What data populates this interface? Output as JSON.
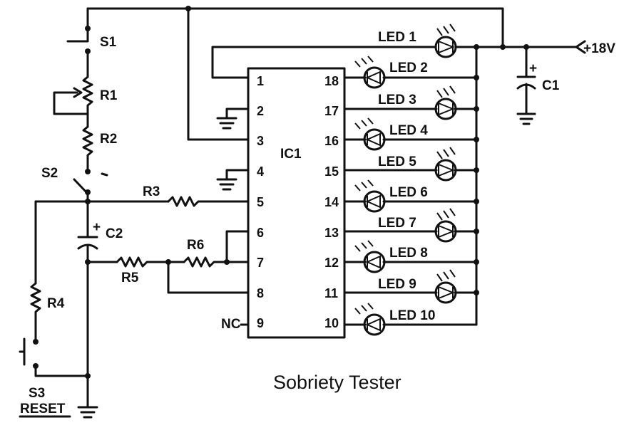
{
  "caption": "Sobriety Tester",
  "supply_label": "+18V",
  "ic": {
    "label": "IC1",
    "left_pins": [
      "1",
      "2",
      "3",
      "4",
      "5",
      "6",
      "7",
      "8",
      "9"
    ],
    "right_pins": [
      "18",
      "17",
      "16",
      "15",
      "14",
      "13",
      "12",
      "11",
      "10"
    ],
    "nc_label": "NC"
  },
  "components": {
    "s1": "S1",
    "r1": "R1",
    "r2": "R2",
    "s2": "S2",
    "r3": "R3",
    "c2": "C2",
    "r5": "R5",
    "r6": "R6",
    "r4": "R4",
    "s3": "S3",
    "reset": "RESET",
    "c1": "C1"
  },
  "polarity_mark": "+",
  "leds": [
    "LED 1",
    "LED 2",
    "LED 3",
    "LED 4",
    "LED 5",
    "LED 6",
    "LED 7",
    "LED 8",
    "LED 9",
    "LED 10"
  ]
}
